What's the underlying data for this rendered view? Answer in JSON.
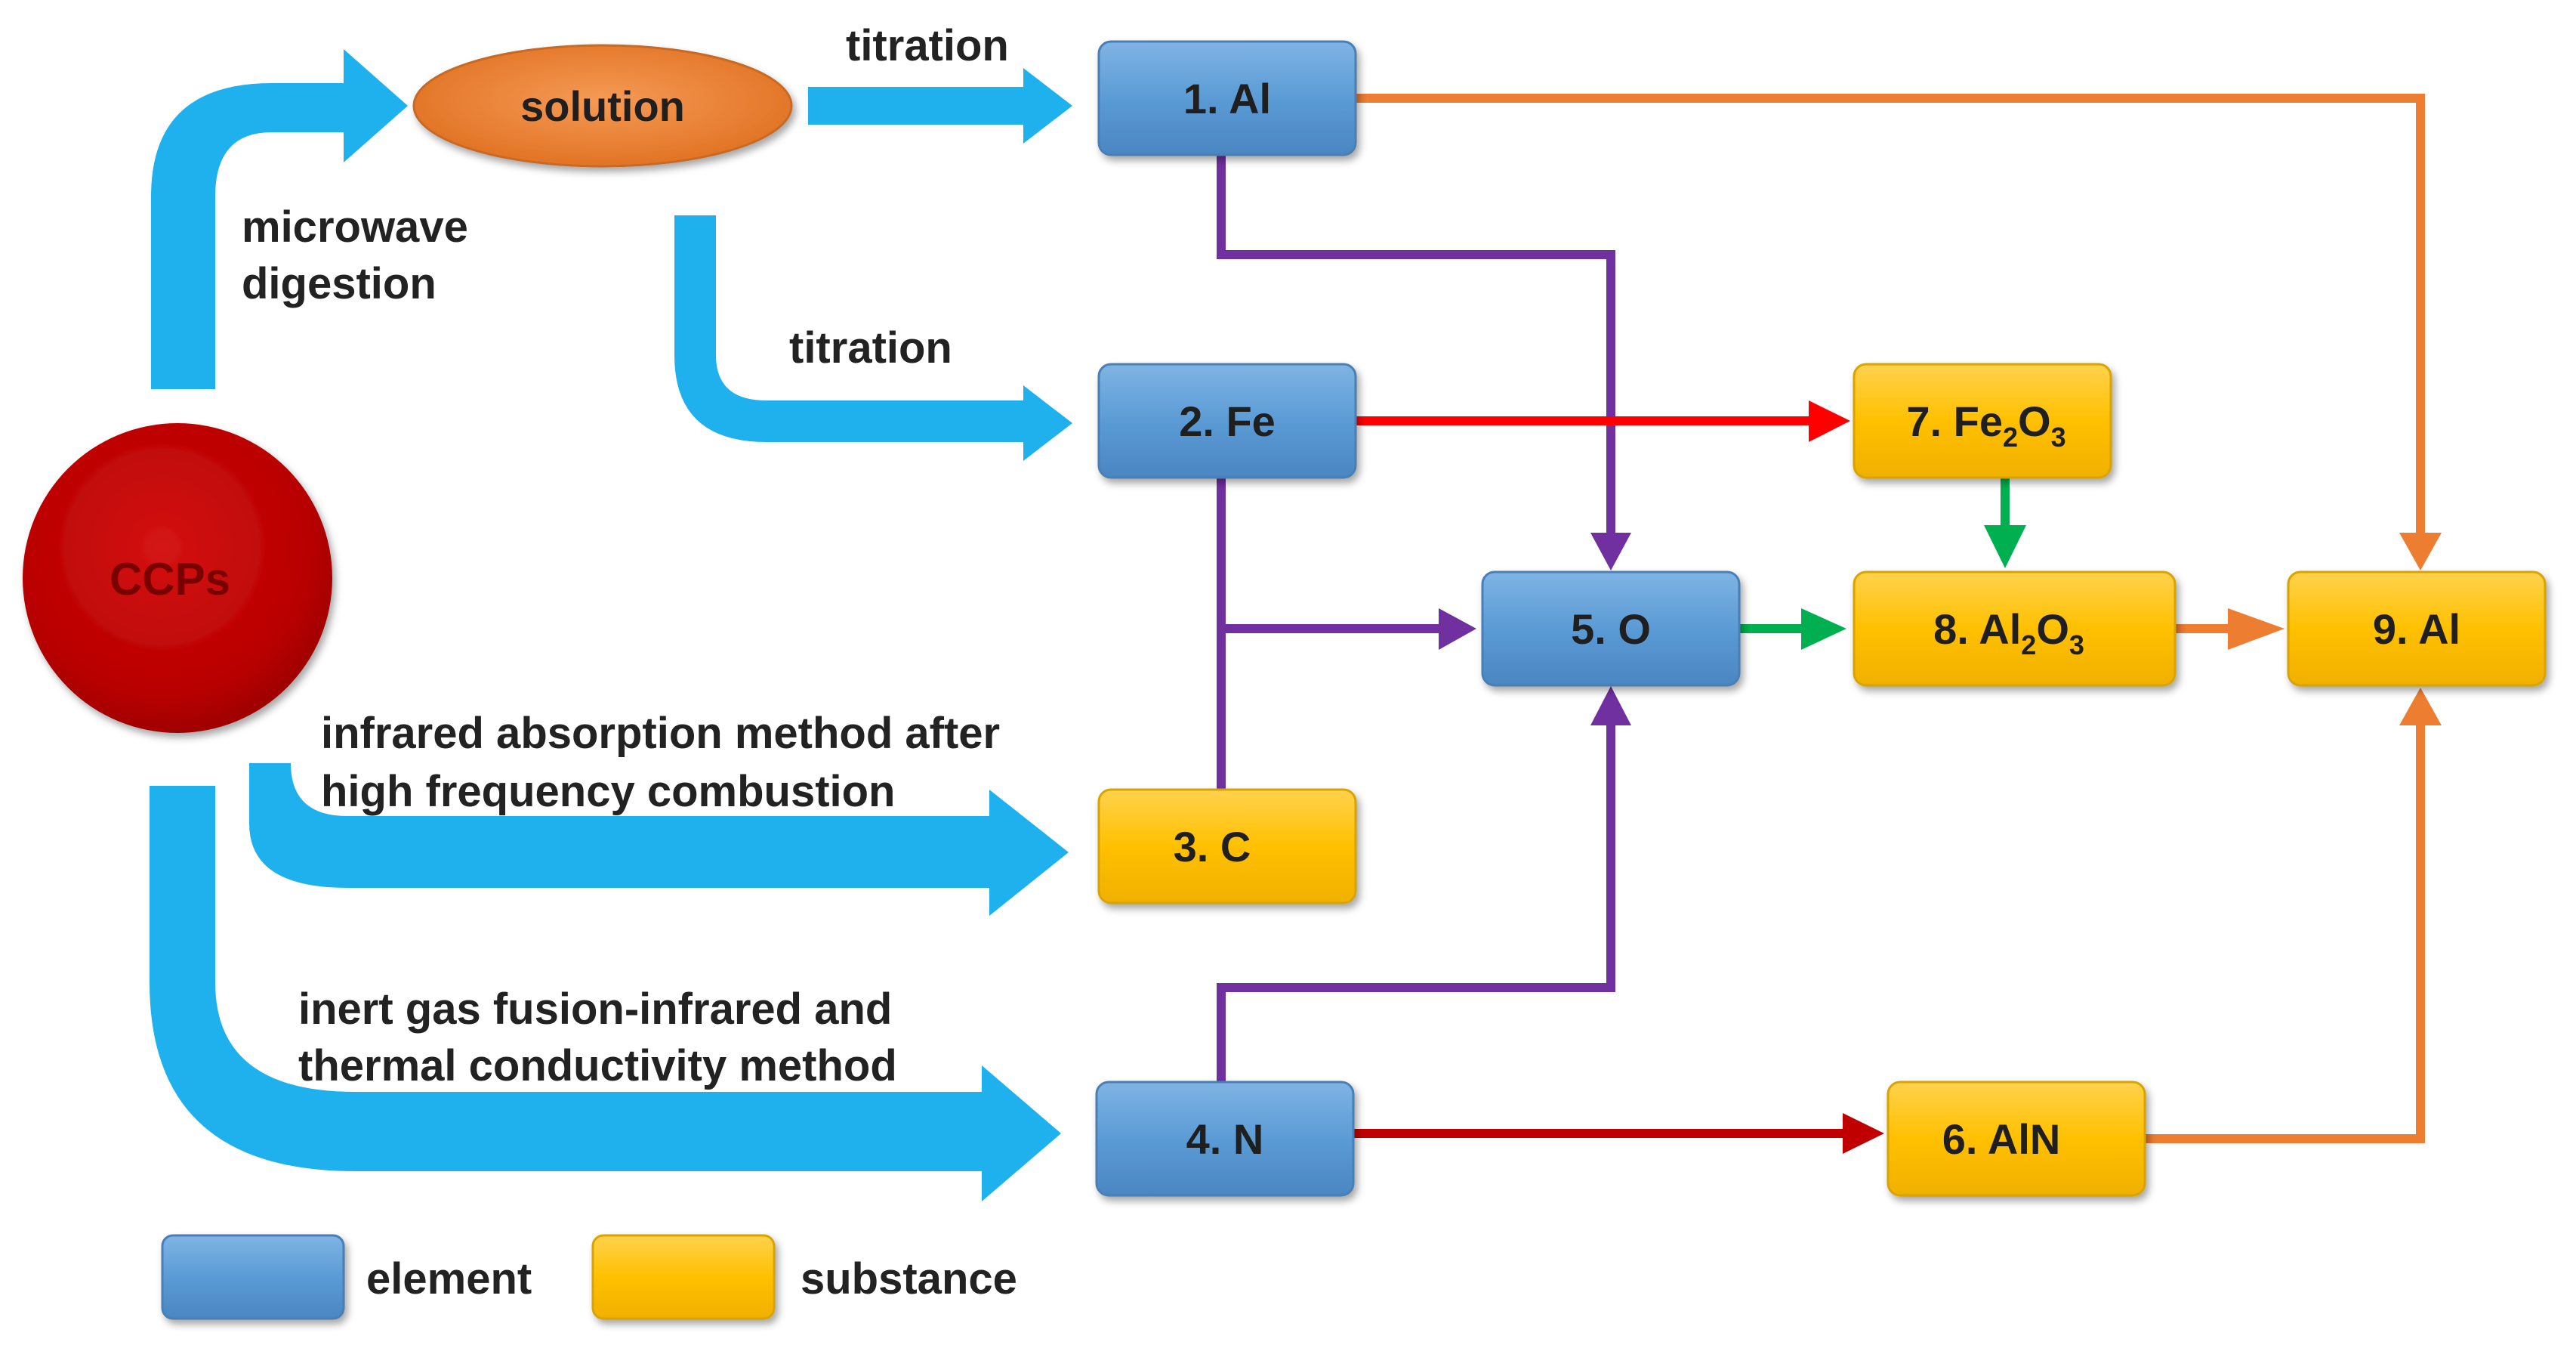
{
  "nodes": {
    "ccps": "CCPs",
    "solution": "solution",
    "n1": "1. Al",
    "n2": "2. Fe",
    "n3": "3. C",
    "n4": "4. N",
    "n5": "5. O",
    "n6": "6. AlN",
    "n7": {
      "pre": "7. Fe",
      "s1": "2",
      "mid": "O",
      "s2": "3"
    },
    "n8": {
      "pre": "8. Al",
      "s1": "2",
      "mid": "O",
      "s2": "3"
    },
    "n9": "9. Al"
  },
  "labels": {
    "microwave_1": "microwave",
    "microwave_2": "digestion",
    "titration_top": "titration",
    "titration_mid": "titration",
    "infrared_1": "infrared absorption method after",
    "infrared_2": "high frequency combustion",
    "inert_1": "inert gas fusion-infrared and",
    "inert_2": "thermal conductivity method"
  },
  "legend": {
    "element": "element",
    "substance": "substance"
  },
  "colors": {
    "element_box": "#5b9bd5",
    "substance_box": "#ffc000",
    "process_arrow": "#1fb1ee",
    "purple": "#7030a0",
    "red": "#ff0000",
    "dark_red": "#c00000",
    "green": "#00b050",
    "orange": "#ed7d31",
    "ccps": "#c00000",
    "solution": "#ed7d31"
  }
}
